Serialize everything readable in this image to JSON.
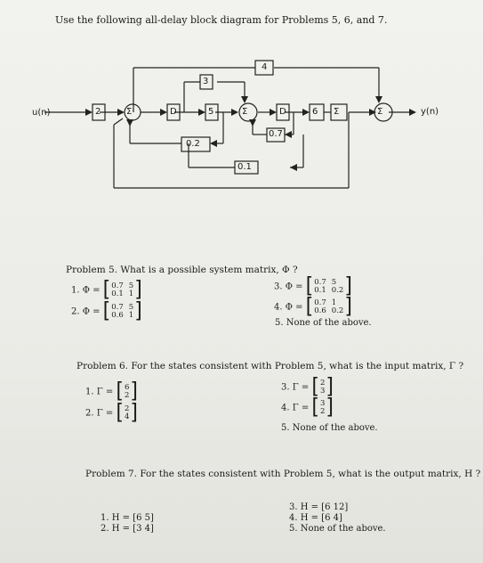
{
  "title": "Use the following all-delay block diagram for Problems 5, 6, and 7.",
  "diagram": {
    "input_label": "u(n)",
    "output_label": "y(n)",
    "gain_in": "2",
    "sigma": "Σ",
    "delay": "D",
    "gain_3": "3",
    "gain_4": "4",
    "gain_5": "5",
    "gain_6": "6",
    "gain_02": "0.2",
    "gain_07": "0.7",
    "gain_01": "0.1"
  },
  "p5": {
    "question": "Problem 5. What is a possible system matrix, Φ ?",
    "opt1_prefix": "1.  Φ =",
    "opt1_m": [
      [
        "0.7",
        "5"
      ],
      [
        "0.1",
        "1"
      ]
    ],
    "opt2_prefix": "2.  Φ =",
    "opt2_m": [
      [
        "0.7",
        "5"
      ],
      [
        "0.6",
        "1"
      ]
    ],
    "opt3_prefix": "3.  Φ =",
    "opt3_m": [
      [
        "0.7",
        "5"
      ],
      [
        "0.1",
        "0.2"
      ]
    ],
    "opt4_prefix": "4.  Φ =",
    "opt4_m": [
      [
        "0.7",
        "1"
      ],
      [
        "0.6",
        "0.2"
      ]
    ],
    "opt5": "5.  None of the above."
  },
  "p6": {
    "question": "Problem 6. For the states consistent with Problem 5, what is the input matrix, Γ ?",
    "opt1_prefix": "1.  Γ =",
    "opt1_v": [
      "6",
      "2"
    ],
    "opt2_prefix": "2.  Γ =",
    "opt2_v": [
      "2",
      "4"
    ],
    "opt3_prefix": "3.  Γ =",
    "opt3_v": [
      "2",
      "3"
    ],
    "opt4_prefix": "4.  Γ =",
    "opt4_v": [
      "3",
      "2"
    ],
    "opt5": "5.  None of the above."
  },
  "p7": {
    "question": "Problem 7. For the states consistent with Problem 5, what is the output matrix, H ?",
    "opt1": "1.  H = [6  5]",
    "opt2": "2.  H = [3  4]",
    "opt3": "3.  H = [6  12]",
    "opt4": "4.  H = [6  4]",
    "opt5": "5.  None of the above."
  }
}
